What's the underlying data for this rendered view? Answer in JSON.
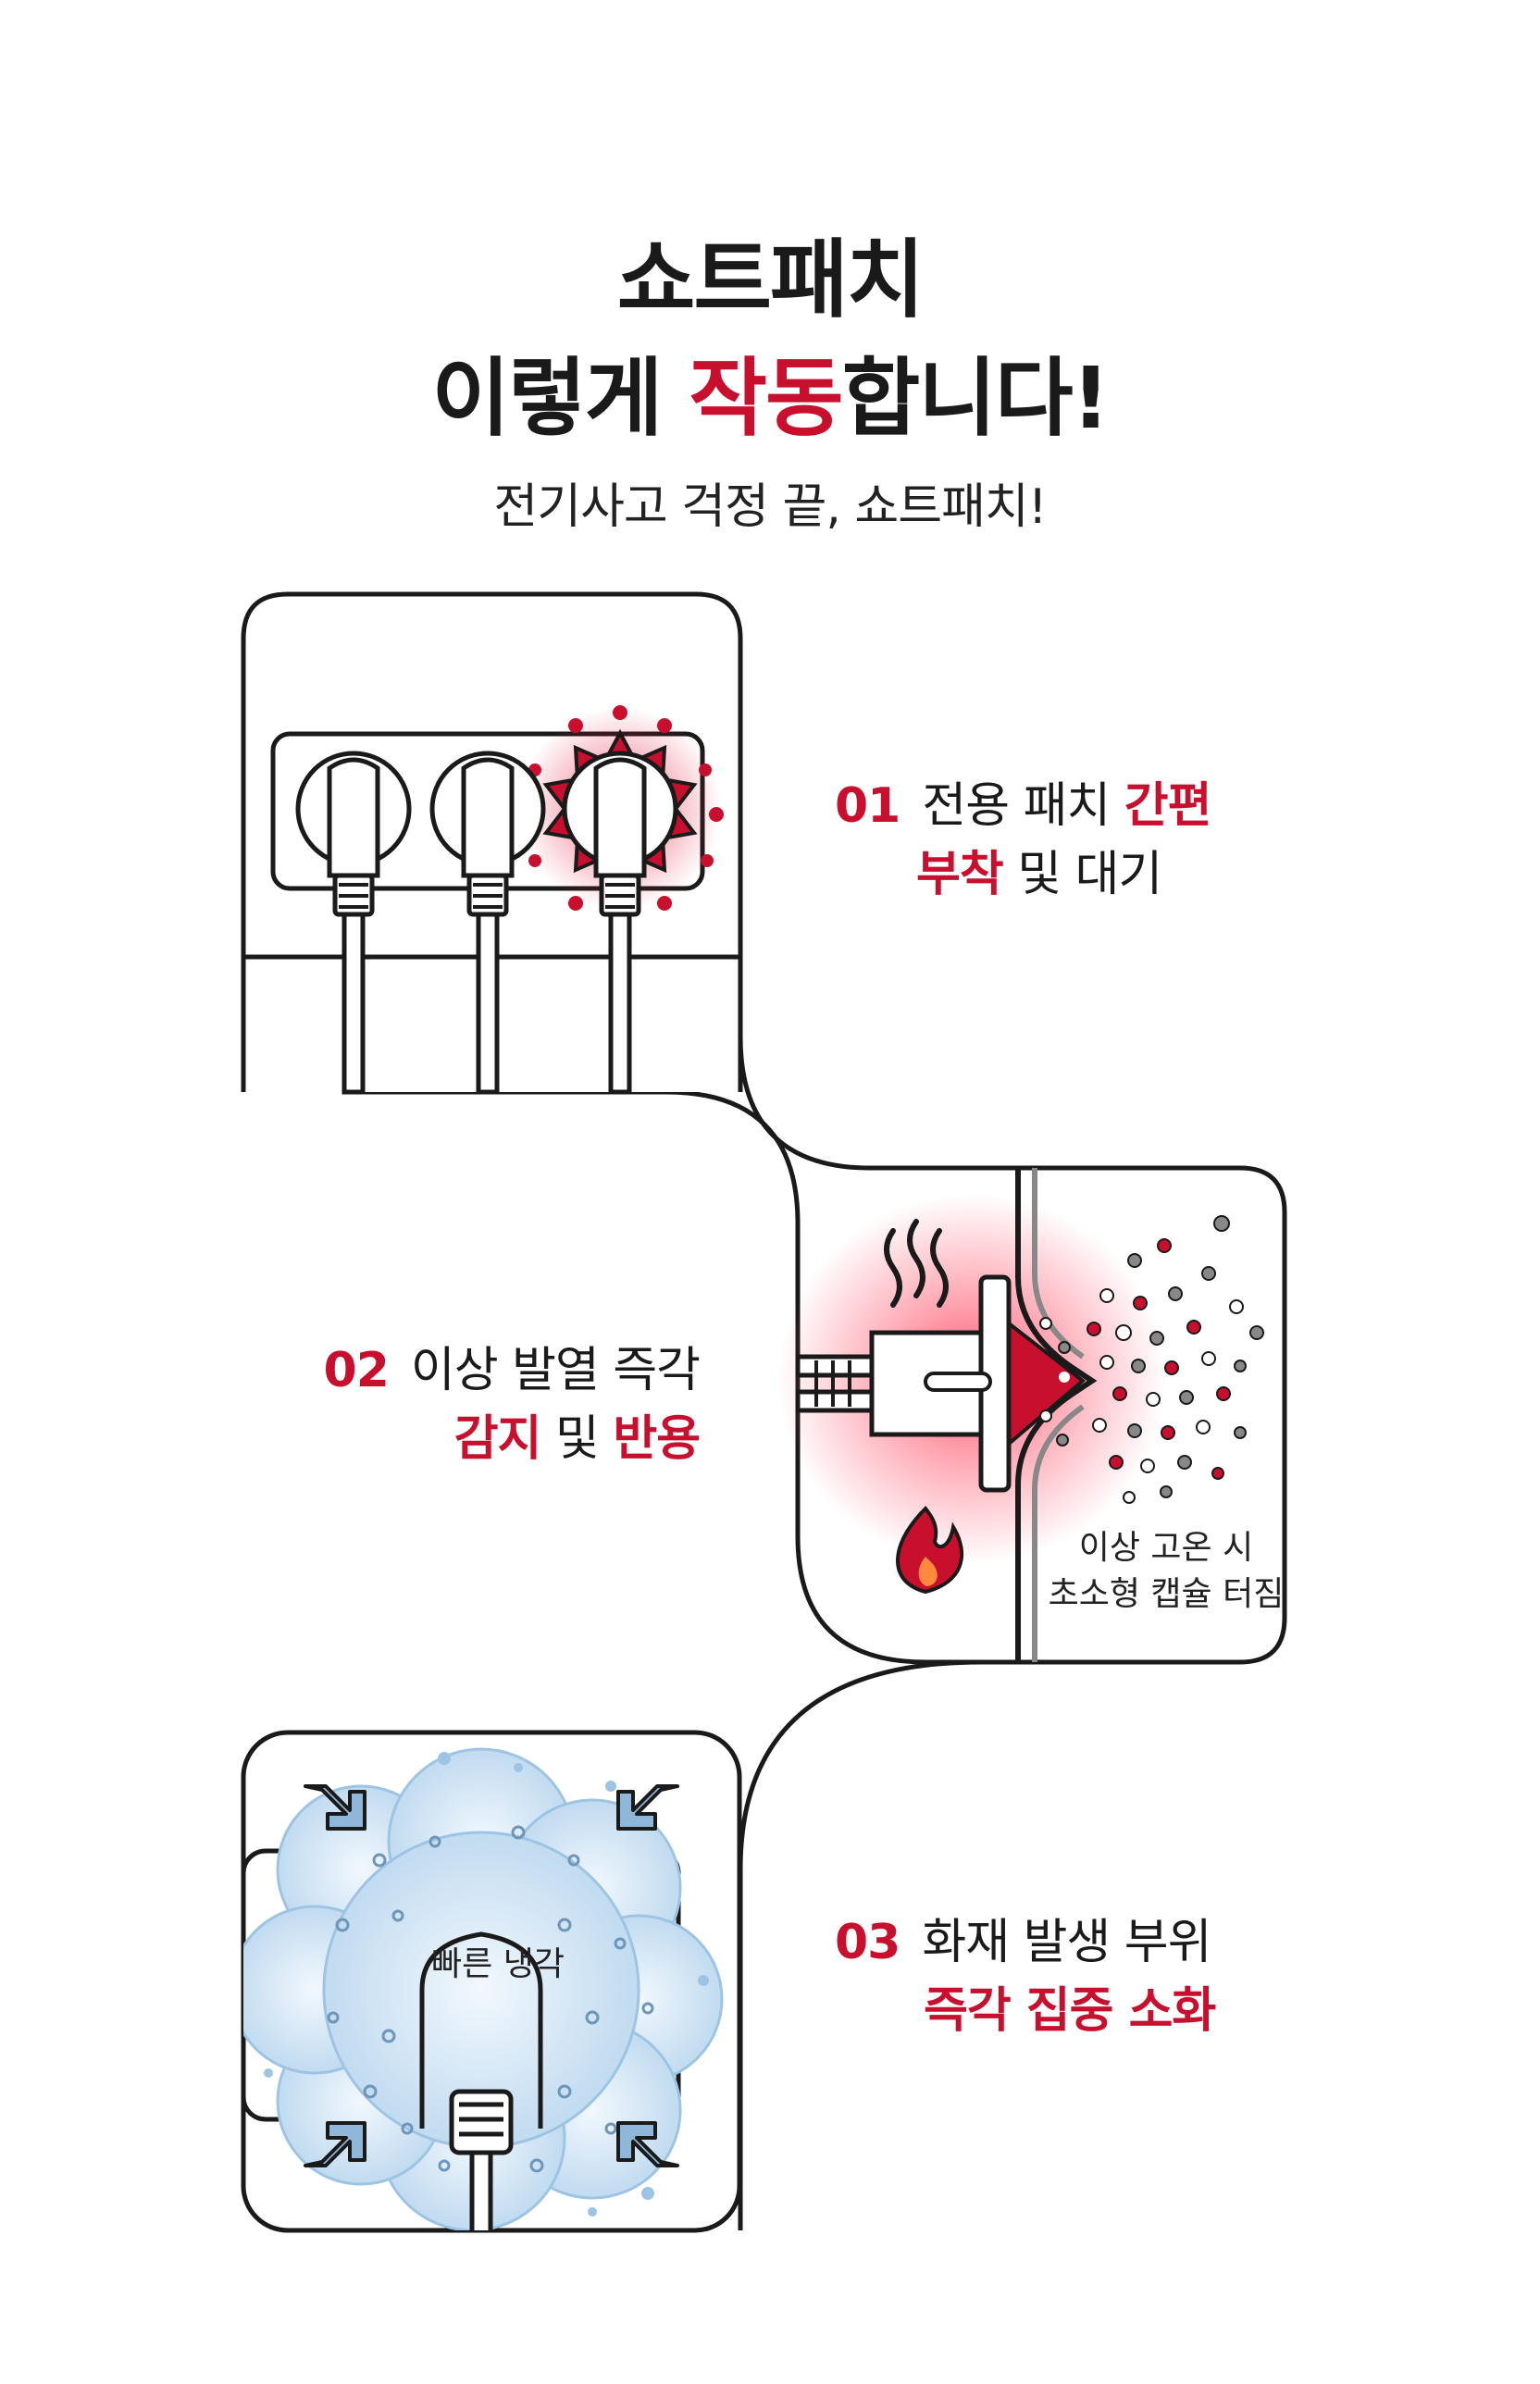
{
  "header": {
    "line1": "쇼트패치",
    "line2_prefix": "이렇게 ",
    "line2_highlight": "작동",
    "line2_suffix": "합니다!",
    "subtitle": "전기사고 걱정 끝, 쇼트패치!"
  },
  "steps": [
    {
      "num": "01",
      "line1_plain": "전용 패치 ",
      "line1_red": "간편",
      "line2_red": "부착",
      "line2_plain": " 및 대기"
    },
    {
      "num": "02",
      "line1_plain": "이상 발열 즉각",
      "line2_red_a": "감지",
      "line2_plain": " 및 ",
      "line2_red_b": "반용"
    },
    {
      "num": "03",
      "line1_plain": "화재 발생 부위",
      "line2_red": "즉각 집중 소화"
    }
  ],
  "captions": {
    "capsule_line1": "이상 고온 시",
    "capsule_line2": "초소형 캡슐 터짐",
    "cooling": "빠른 냉각"
  },
  "icons": [
    "power-strip-icon",
    "heat-waves-icon",
    "fire-icon",
    "capsule-particles-icon",
    "cooling-cloud-icon",
    "inward-arrow-icon"
  ],
  "colors": {
    "accent": "#c8102e",
    "outline": "#1a1a1a",
    "cloud": "#cfe3f3"
  }
}
